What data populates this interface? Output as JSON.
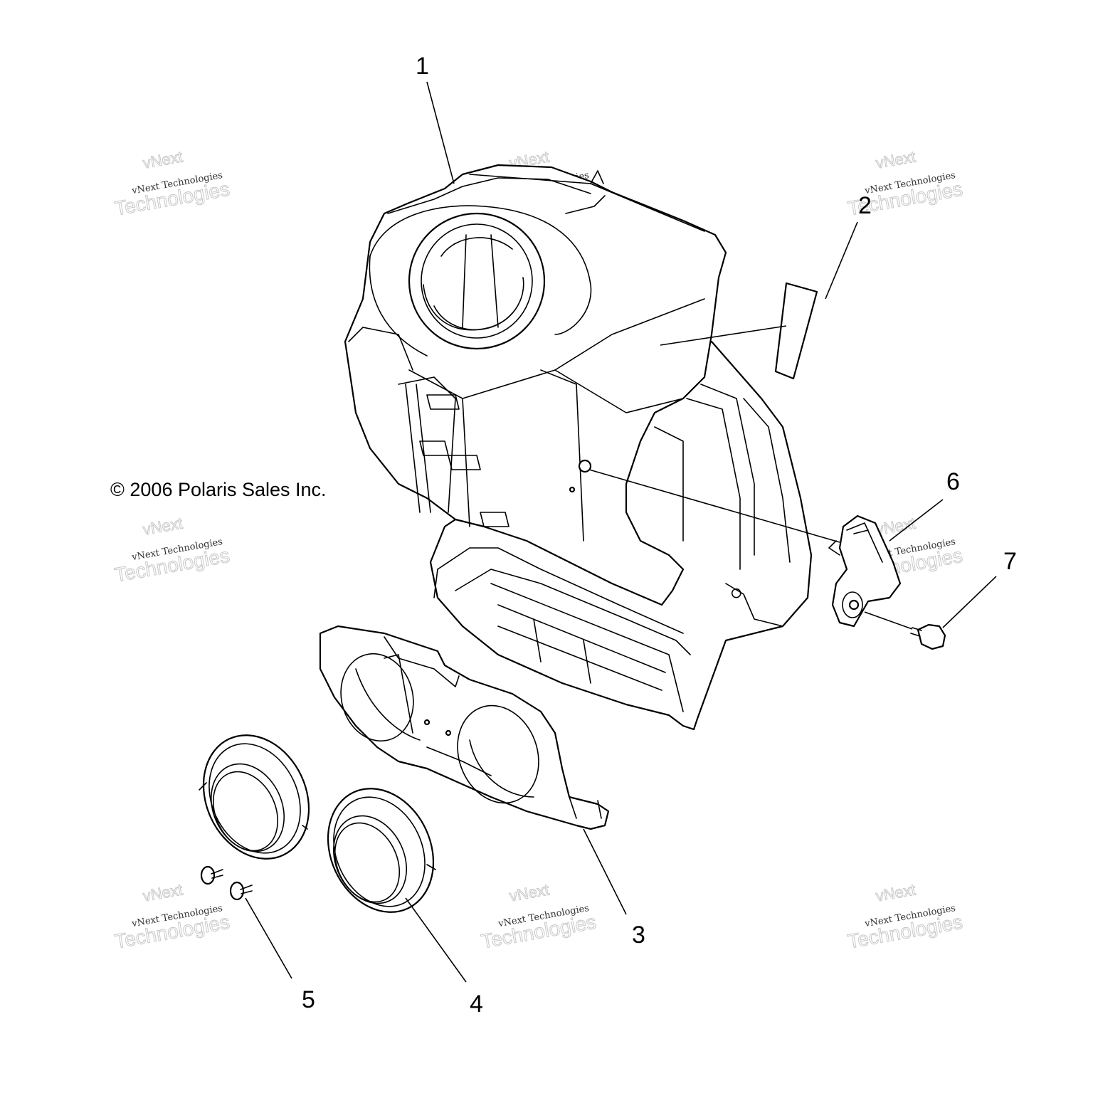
{
  "copyright": "© 2006 Polaris Sales Inc.",
  "callouts": [
    "1",
    "2",
    "3",
    "4",
    "5",
    "6",
    "7"
  ],
  "watermark": {
    "line_a": "vNext",
    "line_b": "vNext Technologies",
    "line_c": "Technologies"
  },
  "parts": [
    "airbox",
    "decal",
    "airbox-cover-plate",
    "intake-boot",
    "push-rivet",
    "sensor",
    "screw"
  ]
}
